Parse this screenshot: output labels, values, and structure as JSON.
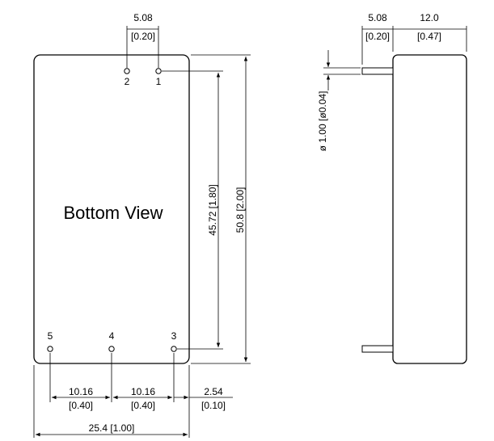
{
  "bottom_view": {
    "title": "Bottom View",
    "pins": [
      {
        "id": "pin-1",
        "label": "1"
      },
      {
        "id": "pin-2",
        "label": "2"
      },
      {
        "id": "pin-3",
        "label": "3"
      },
      {
        "id": "pin-4",
        "label": "4"
      },
      {
        "id": "pin-5",
        "label": "5"
      }
    ],
    "dims": {
      "pin_spacing_top": {
        "mm": "5.08",
        "in": "[0.20]"
      },
      "height_inner": "45.72 [1.80]",
      "height_outer": "50.8 [2.00]",
      "pitch_left": {
        "mm": "10.16",
        "in": "[0.40]"
      },
      "pitch_right": {
        "mm": "10.16",
        "in": "[0.40]"
      },
      "edge_offset": {
        "mm": "2.54",
        "in": "[0.10]"
      },
      "width": "25.4 [1.00]"
    }
  },
  "side_view": {
    "dims": {
      "pin_length": {
        "mm": "5.08",
        "in": "[0.20]"
      },
      "thickness": {
        "mm": "12.0",
        "in": "[0.47]"
      },
      "pin_diameter": "ø 1.00 [ø0.04]"
    }
  }
}
